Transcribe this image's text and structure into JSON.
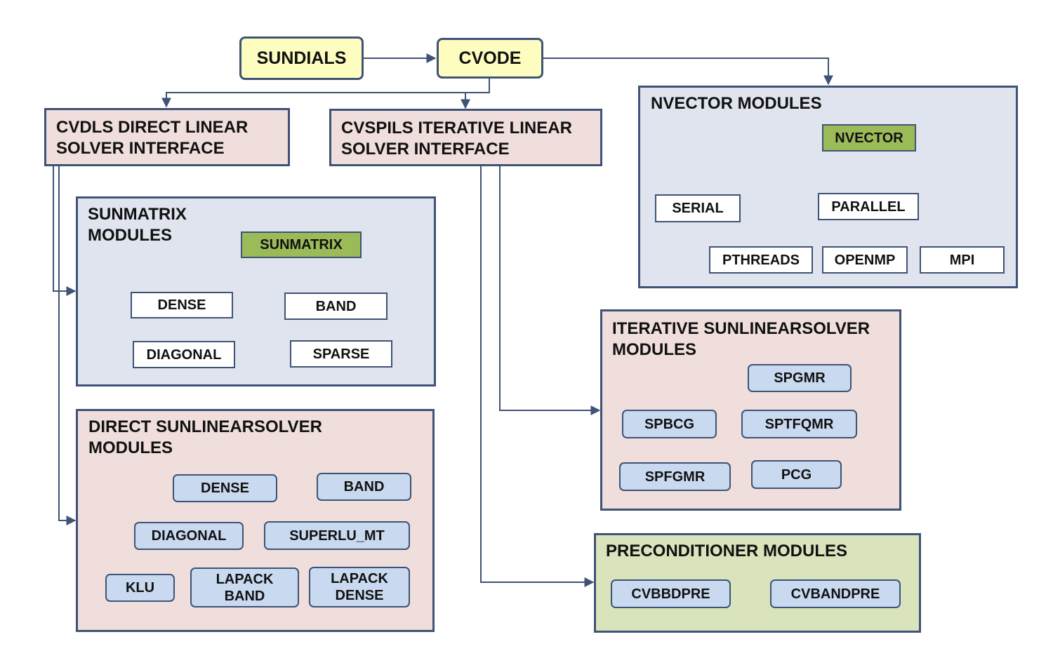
{
  "top": {
    "sundials": "SUNDIALS",
    "cvode": "CVODE"
  },
  "interfaces": {
    "cvdls": "CVDLS DIRECT LINEAR\nSOLVER INTERFACE",
    "cvspils": "CVSPILS ITERATIVE LINEAR\nSOLVER INTERFACE"
  },
  "nvector": {
    "title": "NVECTOR MODULES",
    "root": "NVECTOR",
    "serial": "SERIAL",
    "parallel": "PARALLEL",
    "pthreads": "PTHREADS",
    "openmp": "OPENMP",
    "mpi": "MPI"
  },
  "sunmatrix": {
    "title": "SUNMATRIX\nMODULES",
    "root": "SUNMATRIX",
    "dense": "DENSE",
    "band": "BAND",
    "diagonal": "DIAGONAL",
    "sparse": "SPARSE"
  },
  "direct": {
    "title": "DIRECT SUNLINEARSOLVER\nMODULES",
    "dense": "DENSE",
    "band": "BAND",
    "diagonal": "DIAGONAL",
    "superlu": "SUPERLU_MT",
    "klu": "KLU",
    "lapack_band": "LAPACK\nBAND",
    "lapack_dense": "LAPACK\nDENSE"
  },
  "iterative": {
    "title": "ITERATIVE SUNLINEARSOLVER\nMODULES",
    "spgmr": "SPGMR",
    "spbcg": "SPBCG",
    "sptfqmr": "SPTFQMR",
    "spfgmr": "SPFGMR",
    "pcg": "PCG"
  },
  "precond": {
    "title": "PRECONDITIONER MODULES",
    "cvbbdpre": "CVBBDPRE",
    "cvbandpre": "CVBANDPRE"
  },
  "colors": {
    "border": "#3e5375",
    "panel_blue": "#dfe4ef",
    "panel_pink": "#efdedc",
    "panel_green": "#d9e3bc",
    "node_yellow": "#fdfdc0",
    "node_green": "#9bbb59",
    "pill_blue": "#c9daf0"
  }
}
